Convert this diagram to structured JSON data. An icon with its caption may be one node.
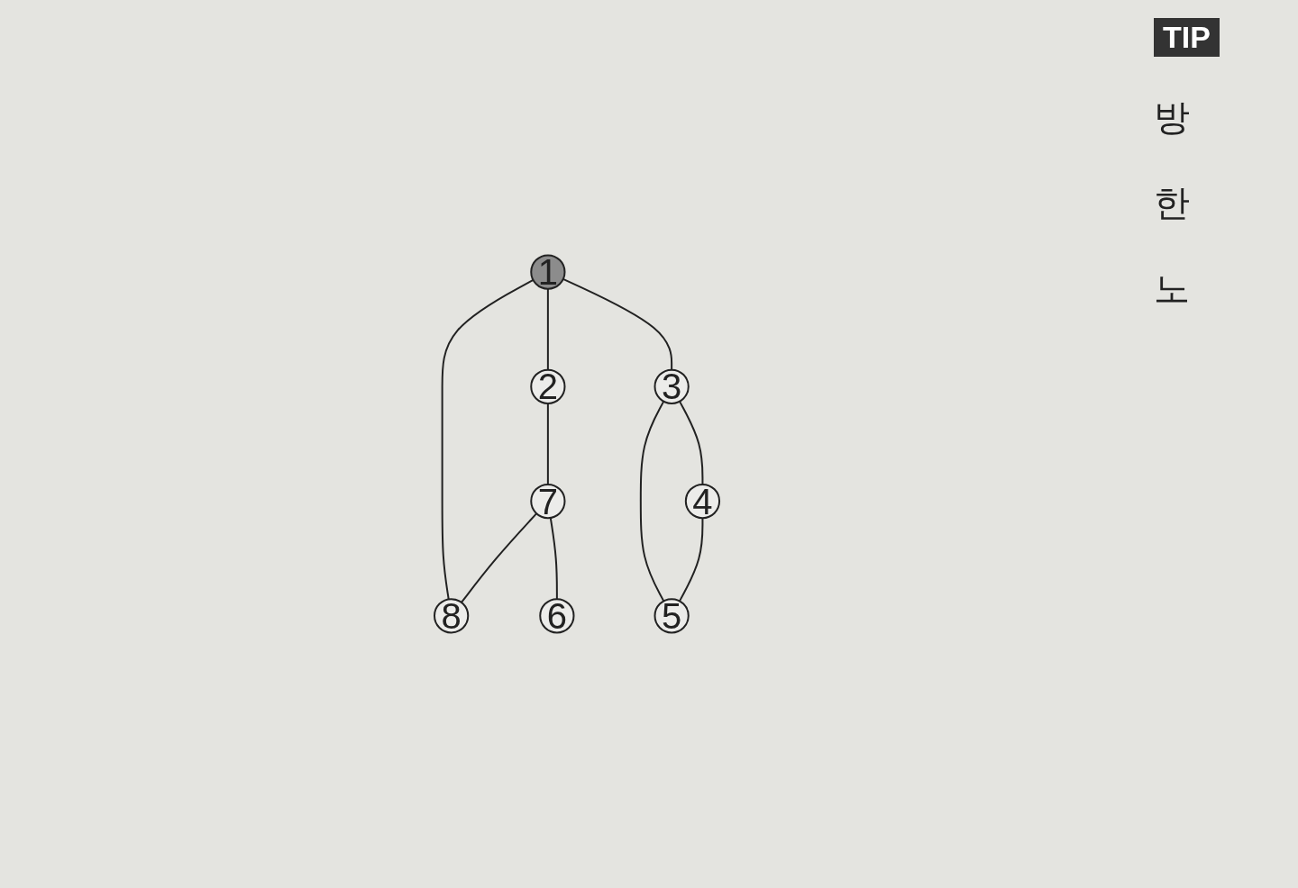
{
  "diagram": {
    "nodes": [
      {
        "text": [
          "1"
        ]
      },
      {
        "text": [
          "2"
        ]
      },
      {
        "text": [
          "3"
        ]
      },
      {
        "text": [
          "4"
        ]
      },
      {
        "text": [
          "5"
        ]
      },
      {
        "text": [
          "6"
        ]
      },
      {
        "text": [
          "7"
        ]
      },
      {
        "text": [
          "8"
        ]
      }
    ],
    "edges": [
      {
        "from": 0,
        "to": 1,
        "arrow": "none"
      },
      {
        "from": 0,
        "to": 2,
        "arrow": "none"
      },
      {
        "from": 0,
        "to": 7,
        "arrow": "none"
      },
      {
        "from": 1,
        "to": 6,
        "arrow": "none"
      },
      {
        "from": 2,
        "to": 3,
        "arrow": "none"
      },
      {
        "from": 2,
        "to": 4,
        "arrow": "none"
      },
      {
        "from": 3,
        "to": 4,
        "arrow": "none"
      },
      {
        "from": 6,
        "to": 7,
        "arrow": "none"
      },
      {
        "from": 6,
        "to": 5,
        "arrow": "none"
      }
    ],
    "labels": [
      "TIP",
      "방",
      "한",
      "노"
    ]
  }
}
